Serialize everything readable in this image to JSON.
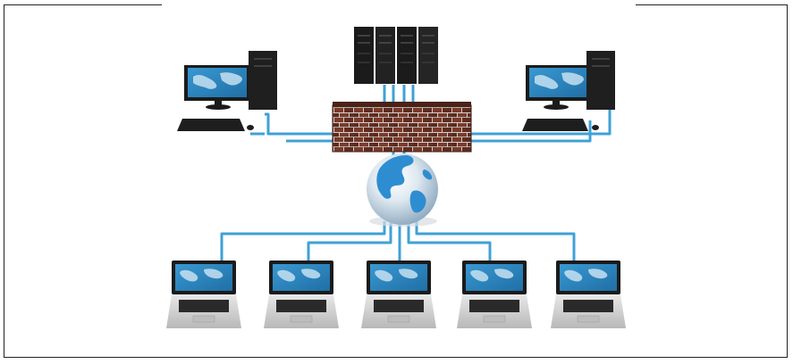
{
  "diagram": {
    "nodes": [
      {
        "id": "server-rack",
        "icon": "server-rack-icon"
      },
      {
        "id": "firewall",
        "icon": "brick-firewall-icon"
      },
      {
        "id": "internet-globe",
        "icon": "globe-icon"
      },
      {
        "id": "desktop-left",
        "icon": "desktop-computer-icon"
      },
      {
        "id": "desktop-right",
        "icon": "desktop-computer-icon"
      },
      {
        "id": "laptop-1",
        "icon": "laptop-icon"
      },
      {
        "id": "laptop-2",
        "icon": "laptop-icon"
      },
      {
        "id": "laptop-3",
        "icon": "laptop-icon"
      },
      {
        "id": "laptop-4",
        "icon": "laptop-icon"
      },
      {
        "id": "laptop-5",
        "icon": "laptop-icon"
      }
    ],
    "colors": {
      "cable": "#3fa1d6",
      "screen": "#2a80b6",
      "hardware": "#1b1b1b",
      "brick": "#5a2a1e",
      "ocean": "#2e8dd0",
      "land": "#f4f8fb"
    }
  }
}
